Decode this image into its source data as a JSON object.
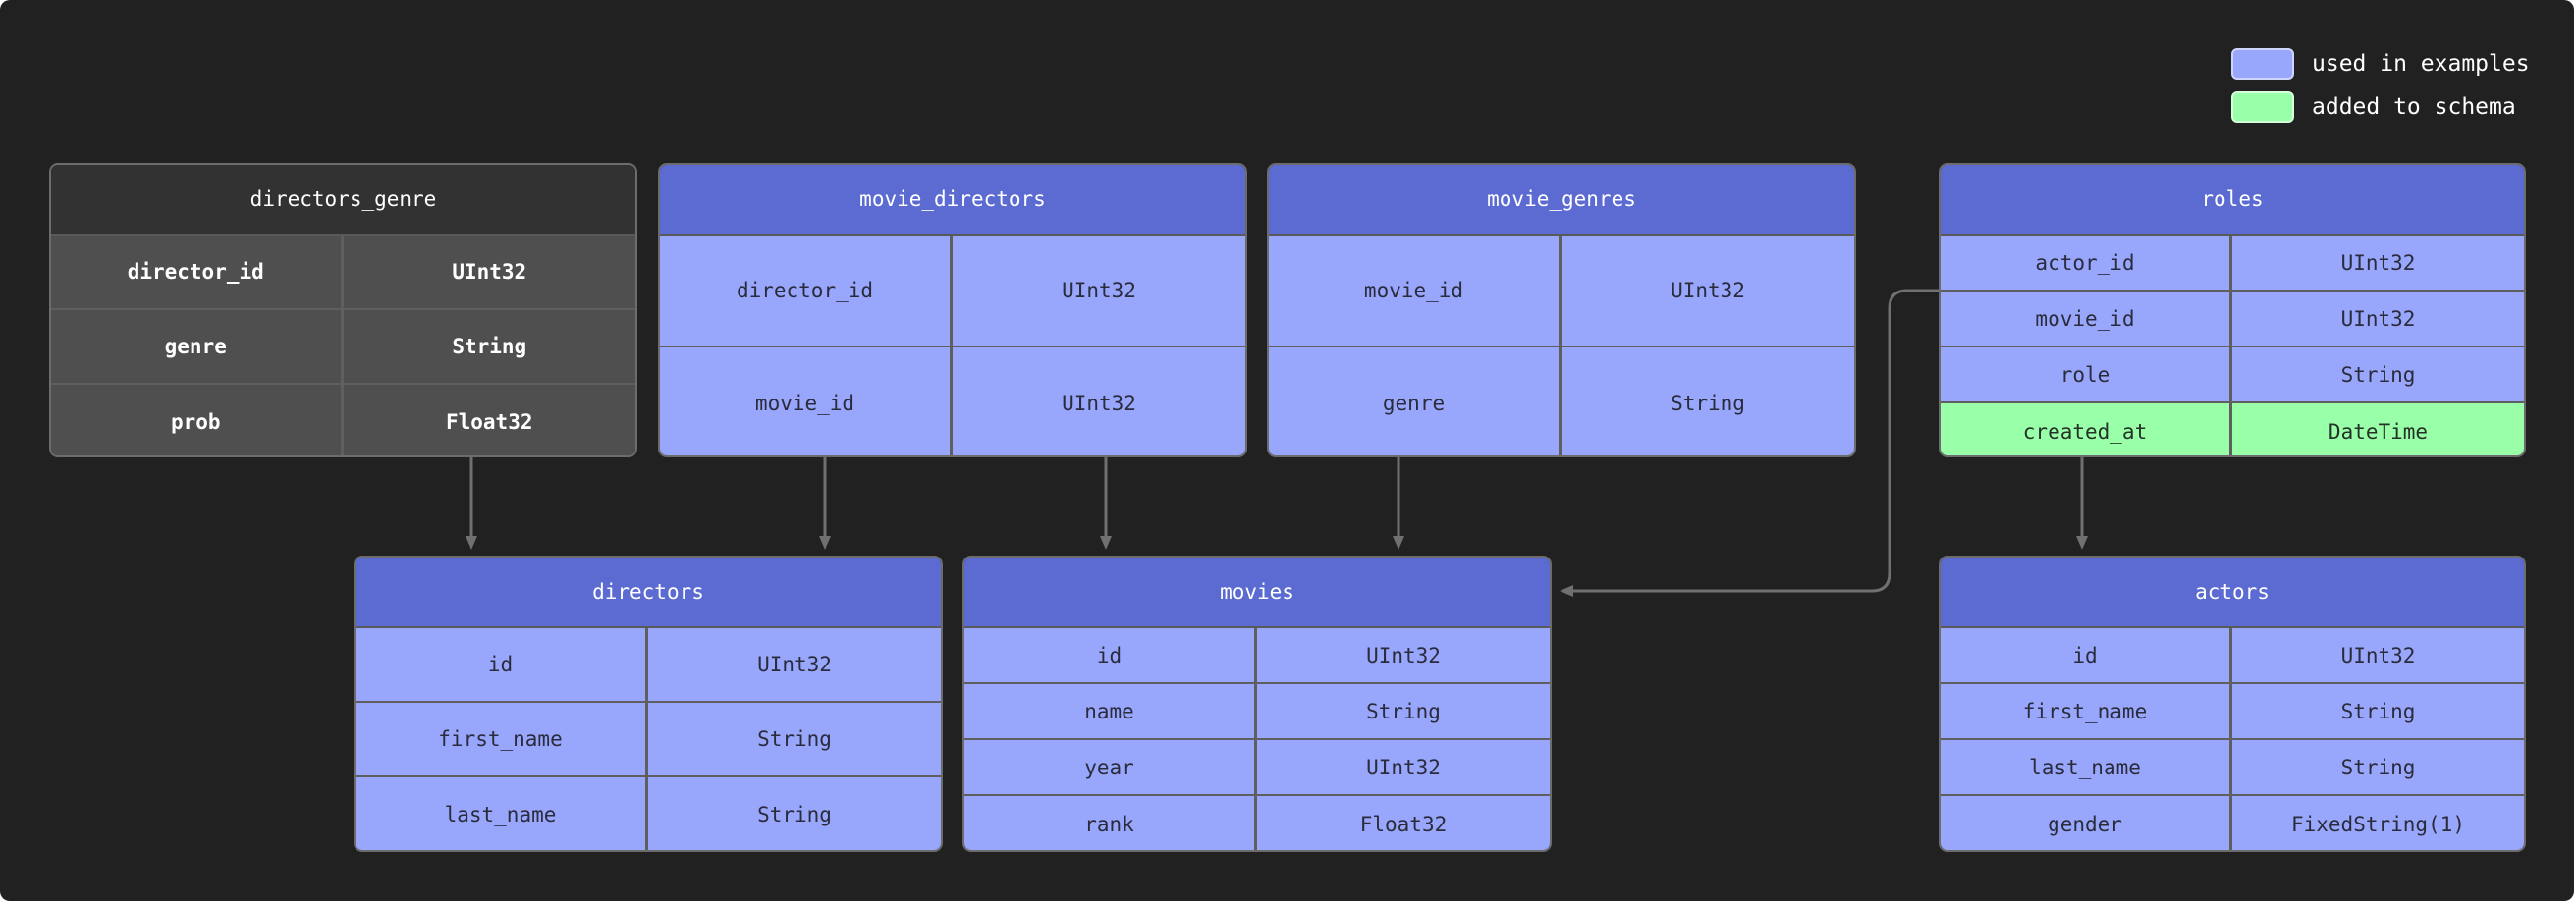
{
  "legend": [
    {
      "label": "used in examples",
      "color": "#98a6fc"
    },
    {
      "label": "added to schema",
      "color": "#99ffa8"
    }
  ],
  "tables": {
    "directors_genre": {
      "name": "directors_genre",
      "rows": [
        [
          "director_id",
          "UInt32"
        ],
        [
          "genre",
          "String"
        ],
        [
          "prob",
          "Float32"
        ]
      ]
    },
    "movie_directors": {
      "name": "movie_directors",
      "rows": [
        [
          "director_id",
          "UInt32"
        ],
        [
          "movie_id",
          "UInt32"
        ]
      ]
    },
    "movie_genres": {
      "name": "movie_genres",
      "rows": [
        [
          "movie_id",
          "UInt32"
        ],
        [
          "genre",
          "String"
        ]
      ]
    },
    "roles": {
      "name": "roles",
      "rows": [
        [
          "actor_id",
          "UInt32"
        ],
        [
          "movie_id",
          "UInt32"
        ],
        [
          "role",
          "String"
        ],
        [
          "created_at",
          "DateTime"
        ]
      ]
    },
    "directors": {
      "name": "directors",
      "rows": [
        [
          "id",
          "UInt32"
        ],
        [
          "first_name",
          "String"
        ],
        [
          "last_name",
          "String"
        ]
      ]
    },
    "movies": {
      "name": "movies",
      "rows": [
        [
          "id",
          "UInt32"
        ],
        [
          "name",
          "String"
        ],
        [
          "year",
          "UInt32"
        ],
        [
          "rank",
          "Float32"
        ]
      ]
    },
    "actors": {
      "name": "actors",
      "rows": [
        [
          "id",
          "UInt32"
        ],
        [
          "first_name",
          "String"
        ],
        [
          "last_name",
          "String"
        ],
        [
          "gender",
          "FixedString(1)"
        ]
      ]
    }
  },
  "colors": {
    "header_blue": "#5b6bd1",
    "cell_blue": "#98a6fc",
    "cell_green": "#99ffa8",
    "header_dark": "#323232",
    "cell_dark": "#4f4f4f",
    "background": "#212121",
    "connector": "#707070"
  }
}
